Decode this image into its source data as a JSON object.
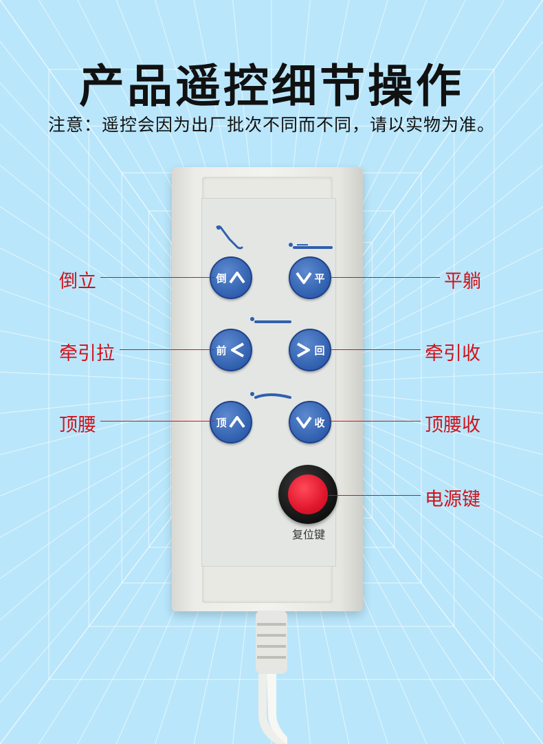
{
  "header": {
    "title": "产品遥控细节操作",
    "note": "注意：遥控会因为出厂批次不同而不同，请以实物为准。"
  },
  "remote": {
    "buttons": [
      {
        "id": "invert-up",
        "glyph": "倒",
        "arrow": "up"
      },
      {
        "id": "flat-down",
        "glyph": "平",
        "arrow": "down"
      },
      {
        "id": "traction-pull",
        "glyph": "前",
        "arrow": "left"
      },
      {
        "id": "traction-return",
        "glyph": "回",
        "arrow": "right"
      },
      {
        "id": "lift-waist-up",
        "glyph": "顶",
        "arrow": "up"
      },
      {
        "id": "lift-waist-retract",
        "glyph": "收",
        "arrow": "down"
      }
    ],
    "reset_label": "复位键"
  },
  "callouts": {
    "left": [
      "倒立",
      "牵引拉",
      "顶腰"
    ],
    "right": [
      "平躺",
      "牵引收",
      "顶腰收",
      "电源键"
    ]
  },
  "colors": {
    "background": "#b9e6fb",
    "grid": "#ffffff",
    "callout": "#d0121b",
    "button_blue": "#2f5fae",
    "power_red": "#e0162c"
  }
}
